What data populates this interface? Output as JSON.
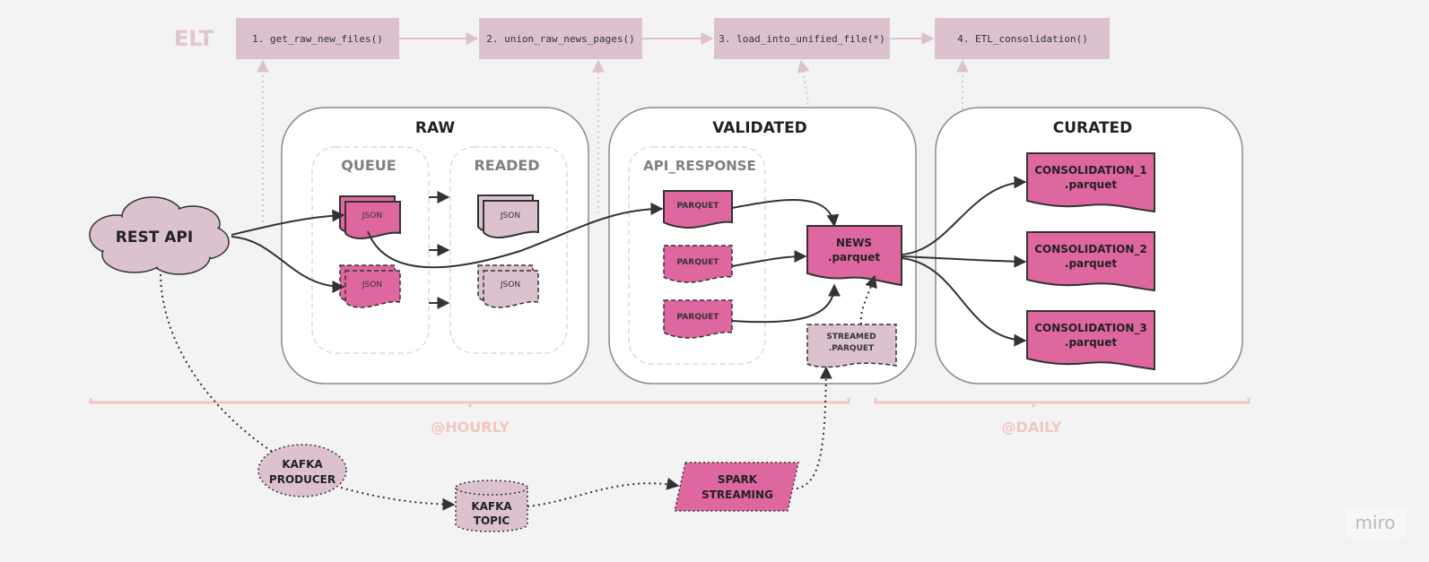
{
  "colors": {
    "background": "#f3f3f3",
    "pink": "#de67a0",
    "light_pink": "#dcc2cf",
    "stroke": "#333333",
    "faded_label": "#f3c6c1",
    "elt_label": "#e2c4d3",
    "section_label": "#808080"
  },
  "header": {
    "label": "ELT",
    "steps": [
      "1. get_raw_new_files()",
      "2. union_raw_news_pages()",
      "3. load_into_unified_file(*)",
      "4. ETL_consolidation()"
    ]
  },
  "zones": {
    "raw": "RAW",
    "validated": "VALIDATED",
    "curated": "CURATED"
  },
  "sections": {
    "queue": "QUEUE",
    "readed": "READED",
    "api_response": "API_RESPONSE"
  },
  "source": {
    "label": "REST API"
  },
  "files": {
    "json": "JSON",
    "parquet": "PARQUET",
    "news": [
      "NEWS",
      ".parquet"
    ],
    "streamed": [
      "STREAMED",
      ".PARQUET"
    ],
    "consolidations": [
      [
        "CONSOLIDATION_1",
        ".parquet"
      ],
      [
        "CONSOLIDATION_2",
        ".parquet"
      ],
      [
        "CONSOLIDATION_3",
        ".parquet"
      ]
    ]
  },
  "streaming": {
    "producer": [
      "KAFKA",
      "PRODUCER"
    ],
    "topic": [
      "KAFKA",
      "TOPIC"
    ],
    "spark": [
      "SPARK",
      "STREAMING"
    ]
  },
  "schedules": {
    "hourly": "@HOURLY",
    "daily": "@DAILY"
  },
  "watermark": "miro"
}
